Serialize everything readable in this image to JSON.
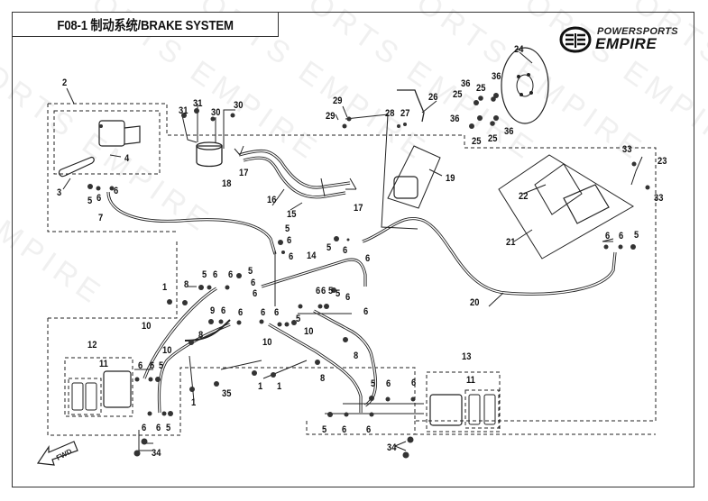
{
  "header": {
    "title": "F08-1 制动系统/BRAKE SYSTEM"
  },
  "logo": {
    "line1": "POWERSPORTS",
    "line2": "EMPIRE",
    "icon": "empire-wings-emblem"
  },
  "watermark": {
    "text": "POWERSPORTS EMPIRE"
  },
  "direction_indicator": {
    "label": "FWD",
    "icon": "arrow-left-down-icon"
  },
  "callouts": [
    {
      "id": "c2",
      "label": "2"
    },
    {
      "id": "c3",
      "label": "3"
    },
    {
      "id": "c4",
      "label": "4"
    },
    {
      "id": "c5a",
      "label": "5"
    },
    {
      "id": "c6a",
      "label": "6"
    },
    {
      "id": "c6b",
      "label": "6"
    },
    {
      "id": "c7",
      "label": "7"
    },
    {
      "id": "c31a",
      "label": "31"
    },
    {
      "id": "c31b",
      "label": "31"
    },
    {
      "id": "c30a",
      "label": "30"
    },
    {
      "id": "c30b",
      "label": "30"
    },
    {
      "id": "c17a",
      "label": "17"
    },
    {
      "id": "c18",
      "label": "18"
    },
    {
      "id": "c16",
      "label": "16"
    },
    {
      "id": "c15",
      "label": "15"
    },
    {
      "id": "c17b",
      "label": "17"
    },
    {
      "id": "c29a",
      "label": "29"
    },
    {
      "id": "c29b",
      "label": "29"
    },
    {
      "id": "c28",
      "label": "28"
    },
    {
      "id": "c27",
      "label": "27"
    },
    {
      "id": "c26",
      "label": "26"
    },
    {
      "id": "c19",
      "label": "19"
    },
    {
      "id": "c24",
      "label": "24"
    },
    {
      "id": "c25a",
      "label": "25"
    },
    {
      "id": "c36a",
      "label": "36"
    },
    {
      "id": "c25b",
      "label": "25"
    },
    {
      "id": "c36b",
      "label": "36"
    },
    {
      "id": "c36c",
      "label": "36"
    },
    {
      "id": "c36d",
      "label": "36"
    },
    {
      "id": "c25c",
      "label": "25"
    },
    {
      "id": "c25d",
      "label": "25"
    },
    {
      "id": "c33a",
      "label": "33"
    },
    {
      "id": "c23",
      "label": "23"
    },
    {
      "id": "c33b",
      "label": "33"
    },
    {
      "id": "c22",
      "label": "22"
    },
    {
      "id": "c21",
      "label": "21"
    },
    {
      "id": "c6c",
      "label": "6"
    },
    {
      "id": "c6d",
      "label": "6"
    },
    {
      "id": "c5b",
      "label": "5"
    },
    {
      "id": "c20",
      "label": "20"
    },
    {
      "id": "c5c",
      "label": "5"
    },
    {
      "id": "c6e",
      "label": "6"
    },
    {
      "id": "c6f",
      "label": "6"
    },
    {
      "id": "c14",
      "label": "14"
    },
    {
      "id": "c5d",
      "label": "5"
    },
    {
      "id": "c6g",
      "label": "6"
    },
    {
      "id": "c6h",
      "label": "6"
    },
    {
      "id": "c5e",
      "label": "5"
    },
    {
      "id": "c6i",
      "label": "6"
    },
    {
      "id": "c6j",
      "label": "6"
    },
    {
      "id": "c1a",
      "label": "1"
    },
    {
      "id": "c8a",
      "label": "8"
    },
    {
      "id": "c5f",
      "label": "5"
    },
    {
      "id": "c6k",
      "label": "6"
    },
    {
      "id": "c6l",
      "label": "6"
    },
    {
      "id": "c5g",
      "label": "5"
    },
    {
      "id": "c6m",
      "label": "6"
    },
    {
      "id": "c6n",
      "label": "6"
    },
    {
      "id": "c9",
      "label": "9"
    },
    {
      "id": "c6o",
      "label": "6"
    },
    {
      "id": "c6p",
      "label": "6"
    },
    {
      "id": "c6q",
      "label": "6"
    },
    {
      "id": "c6r",
      "label": "6"
    },
    {
      "id": "c5h",
      "label": "5"
    },
    {
      "id": "c6s",
      "label": "6"
    },
    {
      "id": "c6t",
      "label": "6"
    },
    {
      "id": "c5i",
      "label": "5"
    },
    {
      "id": "c10a",
      "label": "10"
    },
    {
      "id": "c10b",
      "label": "10"
    },
    {
      "id": "c10c",
      "label": "10"
    },
    {
      "id": "c10d",
      "label": "10"
    },
    {
      "id": "c8b",
      "label": "8"
    },
    {
      "id": "c8c",
      "label": "8"
    },
    {
      "id": "c8d",
      "label": "8"
    },
    {
      "id": "c12",
      "label": "12"
    },
    {
      "id": "c11a",
      "label": "11"
    },
    {
      "id": "c6u",
      "label": "6"
    },
    {
      "id": "c6v",
      "label": "6"
    },
    {
      "id": "c5j",
      "label": "5"
    },
    {
      "id": "c6w",
      "label": "6"
    },
    {
      "id": "c6x",
      "label": "6"
    },
    {
      "id": "c5k",
      "label": "5"
    },
    {
      "id": "c34a",
      "label": "34"
    },
    {
      "id": "c1b",
      "label": "1"
    },
    {
      "id": "c35",
      "label": "35"
    },
    {
      "id": "c1c",
      "label": "1"
    },
    {
      "id": "c1d",
      "label": "1"
    },
    {
      "id": "c13",
      "label": "13"
    },
    {
      "id": "c11b",
      "label": "11"
    },
    {
      "id": "c5l",
      "label": "5"
    },
    {
      "id": "c6y",
      "label": "6"
    },
    {
      "id": "c6z",
      "label": "6"
    },
    {
      "id": "c5m",
      "label": "5"
    },
    {
      "id": "c6aa",
      "label": "6"
    },
    {
      "id": "c6ab",
      "label": "6"
    },
    {
      "id": "c34b",
      "label": "34"
    }
  ]
}
